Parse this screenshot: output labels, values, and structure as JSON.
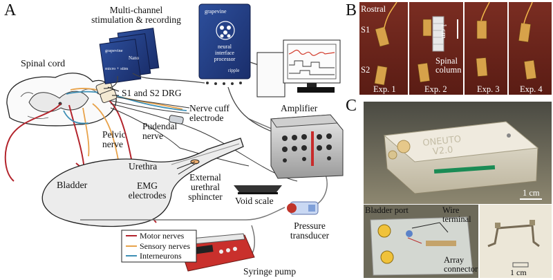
{
  "panels": {
    "a": "A",
    "b": "B",
    "c": "C"
  },
  "diagram": {
    "multichannel": "Multi-channel\nstimulation & recording",
    "spinal_cord": "Spinal cord",
    "drg": "S1 and S2 DRG",
    "nerve_cuff": "Nerve cuff\nelectrode",
    "pelvic_nerve": "Pelvic\nnerve",
    "pudendal_nerve": "Pudendal\nnerve",
    "urethra": "Urethra",
    "bladder": "Bladder",
    "emg": "EMG\nelectrodes",
    "sphincter": "External\nurethral\nsphincter",
    "void_scale": "Void scale",
    "amplifier": "Amplifier",
    "pressure": "Pressure\ntransducer",
    "syringe": "Syringe pump",
    "processor": {
      "brand": "grapevine",
      "line1": "neural",
      "line2": "interface",
      "line3": "processor",
      "maker": "ripple"
    },
    "headstage": {
      "brand": "grapevine",
      "model": "micro + stim",
      "name": "Nano"
    },
    "legend": [
      {
        "label": "Motor nerves",
        "color": "#b3242c"
      },
      {
        "label": "Sensory nerves",
        "color": "#e8a24a"
      },
      {
        "label": "Interneurons",
        "color": "#3d8fb5"
      }
    ]
  },
  "photos_b": {
    "rostral": "Rostral",
    "s1": "S1",
    "s2": "S2",
    "scale": "1 cm",
    "spinal_column": "Spinal\ncolumn",
    "exps": [
      "Exp. 1",
      "Exp. 2",
      "Exp. 3",
      "Exp. 4"
    ]
  },
  "photos_c": {
    "device_text": "ONEUTO\nV2.0",
    "scale_top": "1 cm",
    "bladder_port": "Bladder port",
    "wire_terminal": "Wire\nterminal",
    "array_connector": "Array\nconnector",
    "scale_bottom": "1 cm"
  }
}
